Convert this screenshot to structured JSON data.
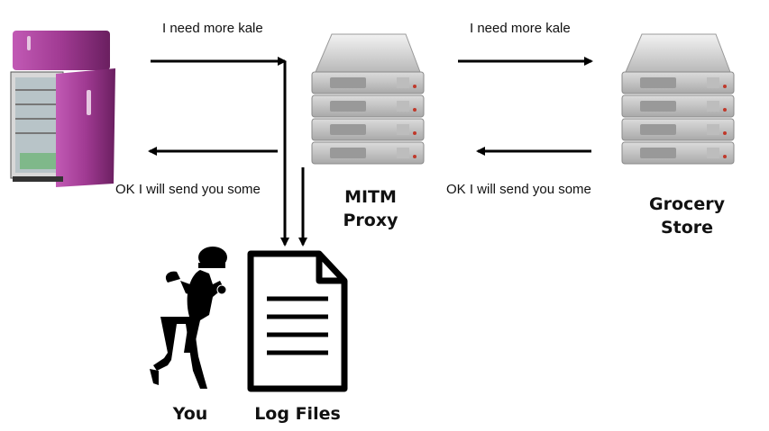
{
  "nodes": {
    "fridge": {
      "icon": "refrigerator-icon"
    },
    "proxy": {
      "icon": "server-rack-icon",
      "title_line1": "MITM",
      "title_line2": "Proxy"
    },
    "store": {
      "icon": "server-rack-icon",
      "title_line1": "Grocery",
      "title_line2": "Store"
    },
    "you": {
      "icon": "spy-silhouette-icon",
      "label": "You"
    },
    "logs": {
      "icon": "document-icon",
      "label": "Log Files"
    }
  },
  "messages": {
    "request_left": "I need more kale",
    "request_right": "I need more kale",
    "response_left": "OK I will send you some",
    "response_right": "OK I will send you some"
  },
  "colors": {
    "fridge": "#a03a92",
    "fridge_dark": "#6a1f60",
    "server": "#c9c9c9",
    "arrow": "#000000"
  }
}
